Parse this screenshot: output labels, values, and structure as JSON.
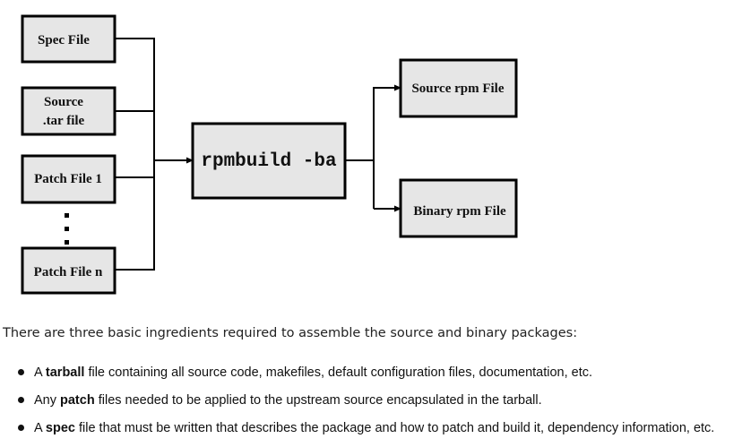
{
  "diagram": {
    "inputs": {
      "spec": "Spec File",
      "source_line1": "Source",
      "source_line2": ".tar file",
      "patch1": "Patch File 1",
      "patchn": "Patch File n"
    },
    "main": "rpmbuild -ba",
    "outputs": {
      "source_rpm": "Source rpm File",
      "binary_rpm": "Binary rpm File"
    }
  },
  "text": {
    "intro": "There are three basic ingredients required to assemble the source and binary packages:",
    "items": [
      {
        "prefix": "A ",
        "term": "tarball",
        "rest": " file containing all source code, makefiles, default configuration files, documentation, etc."
      },
      {
        "prefix": "Any ",
        "term": "patch",
        "rest": " files needed to be applied to the upstream source encapsulated in the tarball."
      },
      {
        "prefix": "A ",
        "term": "spec",
        "rest": " file that must be written that describes the package and how to patch and build it, dependency information, etc."
      }
    ]
  },
  "colors": {
    "box_fill": "#e6e6e6",
    "stroke": "#000000"
  }
}
